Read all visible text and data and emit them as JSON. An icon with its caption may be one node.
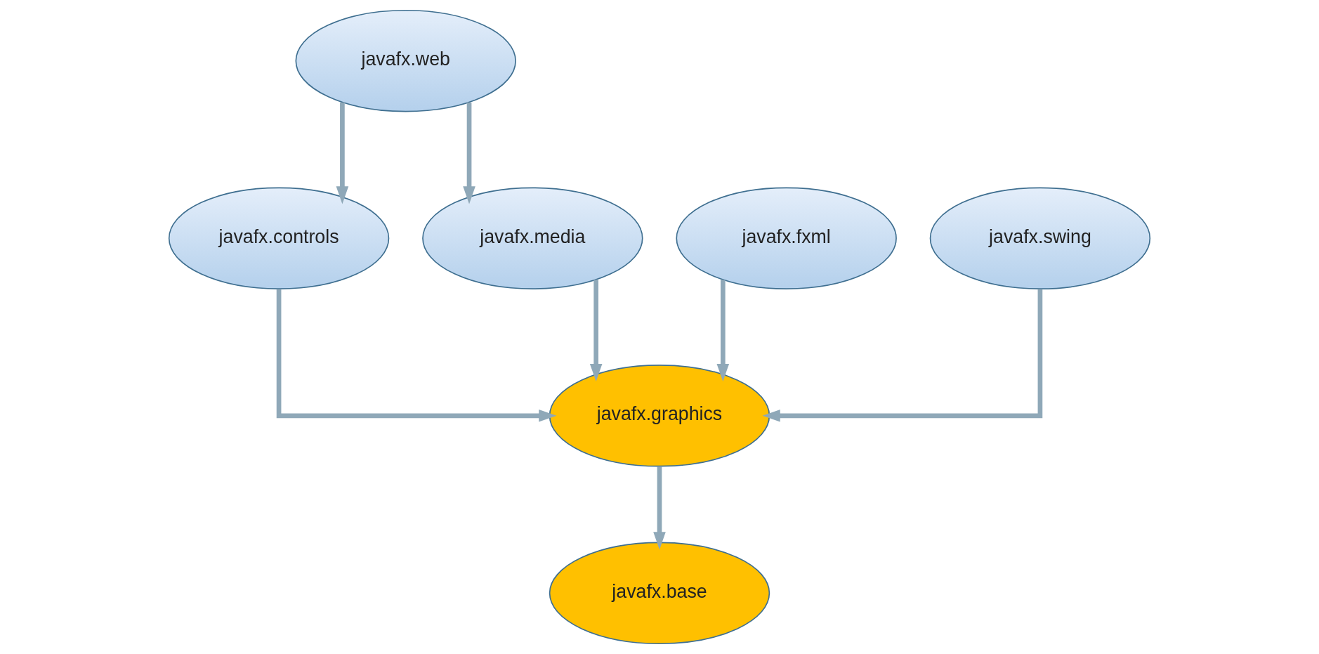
{
  "diagram": {
    "nodes": [
      {
        "text": [
          "javafx.web"
        ]
      },
      {
        "text": [
          "javafx.fxml"
        ]
      },
      {
        "text": [
          "javafx.controls"
        ]
      },
      {
        "text": [
          "javafx.media"
        ]
      },
      {
        "text": [
          "javafx.swing"
        ]
      },
      {
        "text": [
          "javafx.graphics"
        ]
      },
      {
        "text": [
          "javafx.base"
        ]
      }
    ],
    "edges": [
      {
        "from": 0,
        "to": 2,
        "arrow": "to"
      },
      {
        "from": 0,
        "to": 3,
        "arrow": "to"
      },
      {
        "from": 1,
        "to": 5,
        "arrow": "to"
      },
      {
        "from": 2,
        "to": 5,
        "arrow": "to"
      },
      {
        "from": 3,
        "to": 5,
        "arrow": "to"
      },
      {
        "from": 4,
        "to": 5,
        "arrow": "to"
      },
      {
        "from": 5,
        "to": 6,
        "arrow": "to"
      }
    ]
  }
}
